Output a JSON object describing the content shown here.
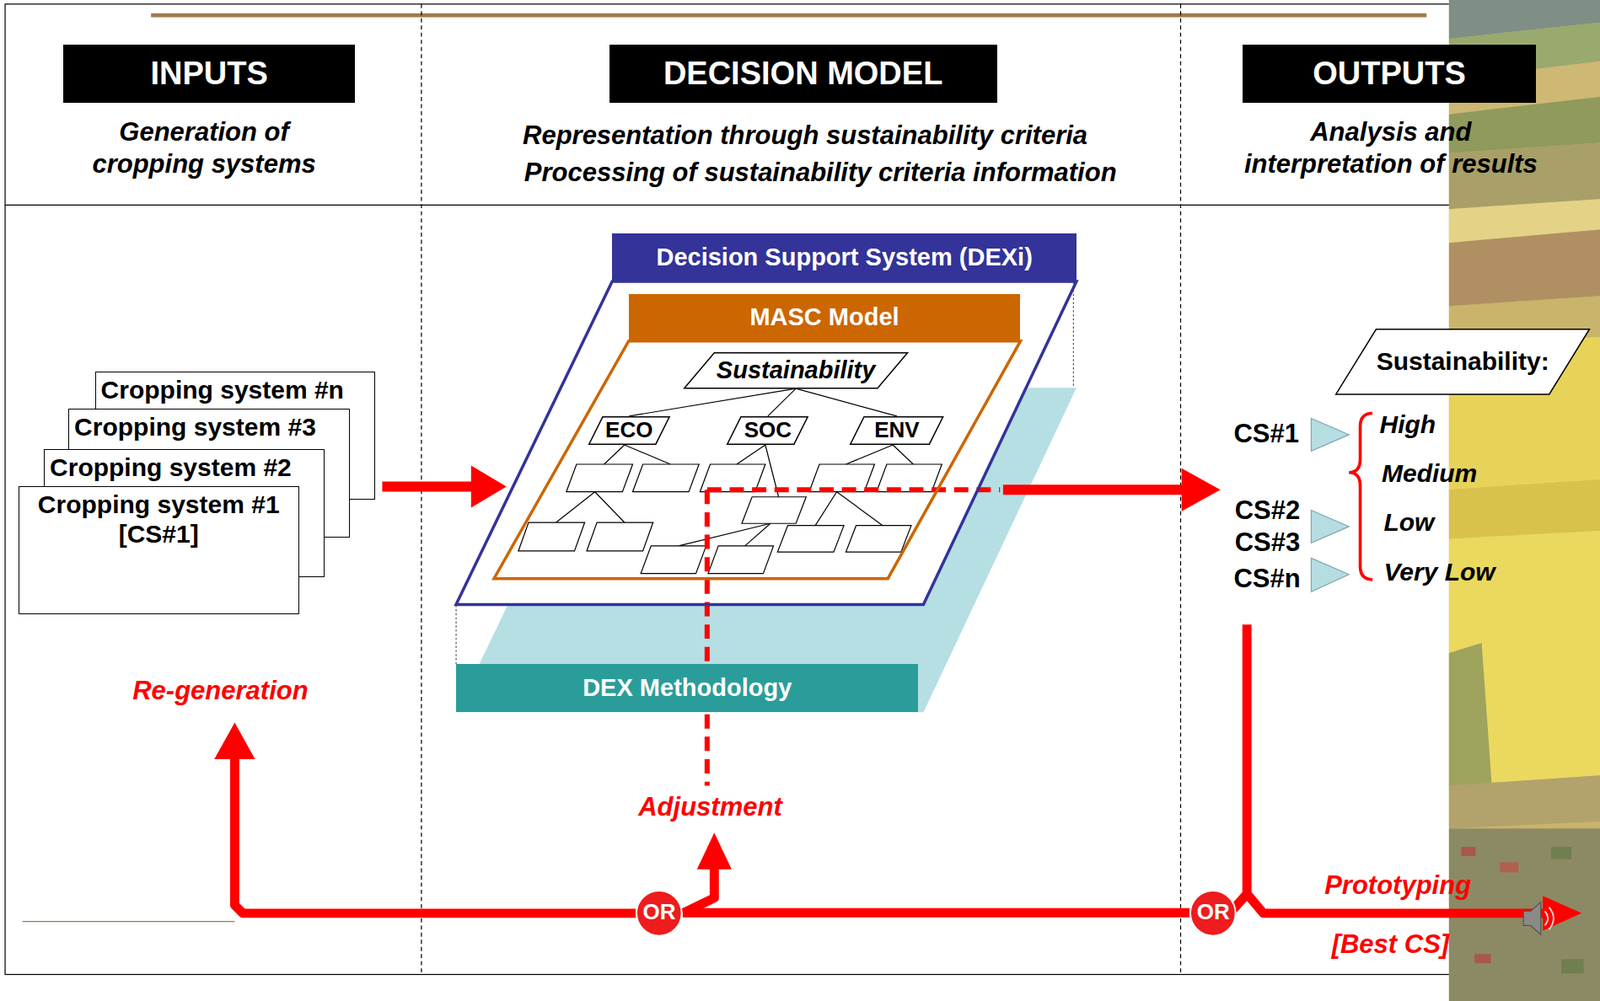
{
  "diagram": {
    "nodes": [
      {
        "text": [
          "INPUTS"
        ]
      },
      {
        "text": [
          "DECISION MODEL"
        ]
      },
      {
        "text": [
          "OUTPUTS"
        ]
      },
      {
        "text": [
          "Cropping system #n"
        ]
      },
      {
        "text": [
          "Cropping system #3"
        ]
      },
      {
        "text": [
          "Cropping system #2"
        ]
      },
      {
        "text": [
          "Cropping system #1 [CS#1]"
        ]
      },
      {
        "text": [
          "Decision Support System (DEXi)"
        ]
      },
      {
        "text": [
          "MASC Model"
        ],
        "in": 7
      },
      {
        "text": [
          "Sustainability"
        ],
        "in": 8
      },
      {
        "text": [
          "ECO"
        ],
        "in": 8
      },
      {
        "text": [
          "SOC"
        ],
        "in": 8
      },
      {
        "text": [
          "ENV"
        ],
        "in": 8
      },
      {
        "text": [
          "DEX Methodology"
        ]
      },
      {
        "text": [
          "Sustainability:"
        ]
      },
      {
        "text": [
          "OR"
        ]
      },
      {
        "text": [
          "OR"
        ]
      }
    ],
    "edges": [
      {
        "from": 3,
        "to": 7,
        "arrow": "to"
      },
      {
        "from": 9,
        "to": 10,
        "arrow": "none"
      },
      {
        "from": 9,
        "to": 11,
        "arrow": "none"
      },
      {
        "from": 9,
        "to": 12,
        "arrow": "none"
      },
      {
        "from": 16,
        "to": 15,
        "arrow": "none"
      }
    ],
    "labels": [
      "Generation of cropping systems",
      "Representation through sustainability criteria",
      "Processing of sustainability criteria information",
      "Analysis and interpretation of results",
      "CS#1",
      "CS#2",
      "CS#3",
      "CS#n",
      "High",
      "Medium",
      "Low",
      "Very Low",
      "Re-generation",
      "Adjustment",
      "Prototyping",
      "[Best CS]"
    ]
  }
}
